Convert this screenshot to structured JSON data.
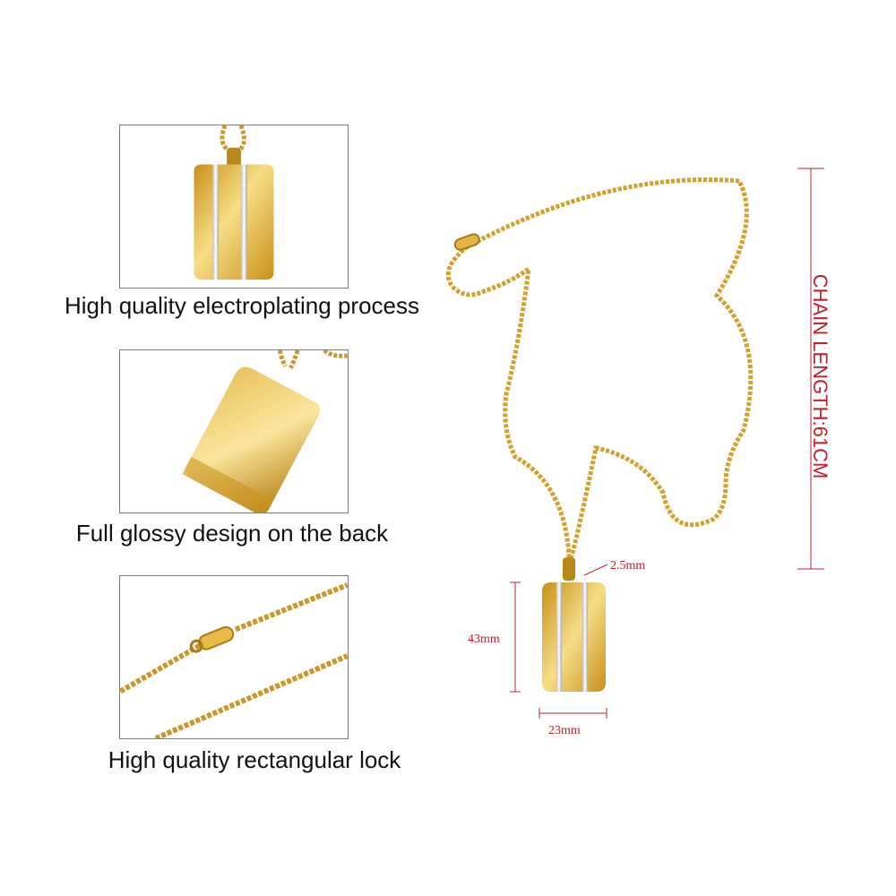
{
  "features": [
    {
      "caption": "High quality electroplating process",
      "image": "pendant-front"
    },
    {
      "caption": "Full glossy design on the back",
      "image": "pendant-back"
    },
    {
      "caption": "High quality rectangular lock",
      "image": "chain-clasp"
    }
  ],
  "dimensions": {
    "chain_length": "CHAIN LENGTH:61CM",
    "bail_width": "2.5mm",
    "tag_height": "43mm",
    "tag_width": "23mm"
  },
  "colors": {
    "gold": "#d6a52a",
    "gold_light": "#f3d77a",
    "silver": "#e6e6e6",
    "dimension_red": "#c0202a"
  }
}
